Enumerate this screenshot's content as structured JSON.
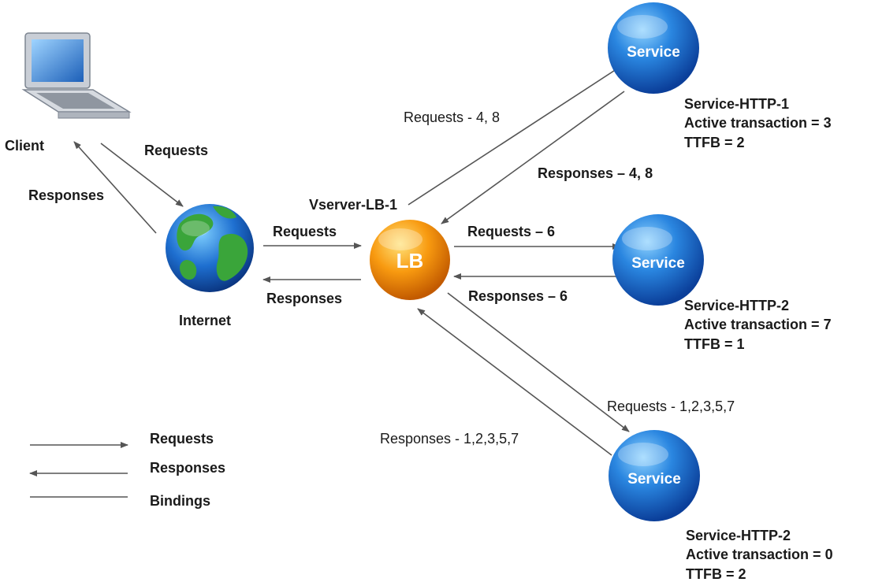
{
  "client": {
    "label": "Client"
  },
  "internet": {
    "label": "Internet"
  },
  "lb": {
    "name": "Vserver-LB-1",
    "text": "LB"
  },
  "flows": {
    "client_requests": "Requests",
    "client_responses": "Responses",
    "internet_requests": "Requests",
    "internet_responses": "Responses",
    "s1_requests": "Requests - 4, 8",
    "s1_responses": "Responses – 4, 8",
    "s2_requests": "Requests – 6",
    "s2_responses": "Responses – 6",
    "s3_requests": "Requests - 1,2,3,5,7",
    "s3_responses": "Responses - 1,2,3,5,7"
  },
  "services": [
    {
      "text": "Service",
      "name": "Service-HTTP-1",
      "active": "Active transaction = 3",
      "ttfb": "TTFB = 2"
    },
    {
      "text": "Service",
      "name": "Service-HTTP-2",
      "active": "Active transaction = 7",
      "ttfb": "TTFB = 1"
    },
    {
      "text": "Service",
      "name": "Service-HTTP-2",
      "active": "Active transaction = 0",
      "ttfb": "TTFB = 2"
    }
  ],
  "legend": {
    "requests": "Requests",
    "responses": "Responses",
    "bindings": "Bindings"
  },
  "colors": {
    "service": "#1f6fd0",
    "lb": "#f08a00",
    "line": "#555555"
  }
}
